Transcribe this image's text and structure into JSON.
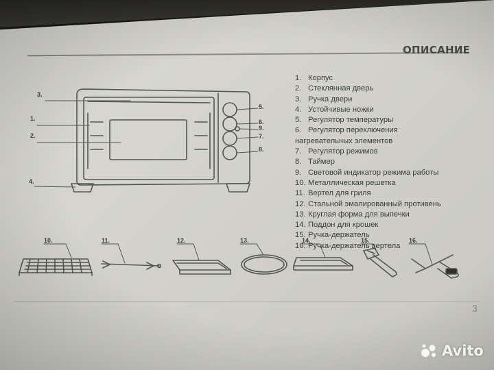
{
  "header": {
    "title": "ОПИСАНИЕ",
    "page_number": "3"
  },
  "parts_list": [
    {
      "num": "1.",
      "text": "Корпус"
    },
    {
      "num": "2.",
      "text": "Стеклянная дверь"
    },
    {
      "num": "3.",
      "text": "Ручка двери"
    },
    {
      "num": "4.",
      "text": "Устойчивые ножки"
    },
    {
      "num": "5.",
      "text": "Регулятор  температуры"
    },
    {
      "num": "6.",
      "text": "Регулятор переключения",
      "cont": "нагревательных элементов"
    },
    {
      "num": "7.",
      "text": "Регулятор режимов"
    },
    {
      "num": "8.",
      "text": "Таймер"
    },
    {
      "num": "9.",
      "text": "Световой индикатор режима работы"
    },
    {
      "num": "10.",
      "text": "Металлическая решетка"
    },
    {
      "num": "11.",
      "text": "Вертел для гриля"
    },
    {
      "num": "12.",
      "text": "Стальной эмалированный противень"
    },
    {
      "num": "13.",
      "text": "Круглая форма для выпечки"
    },
    {
      "num": "14.",
      "text": "Поддон для крошек"
    },
    {
      "num": "15.",
      "text": "Ручка-держатель"
    },
    {
      "num": "16.",
      "text": "Ручка-держатель вертела"
    }
  ],
  "oven_callouts": {
    "c1": "1.",
    "c2": "2.",
    "c3": "3.",
    "c4": "4.",
    "c5": "5.",
    "c6": "6.",
    "c7": "7.",
    "c8": "8.",
    "c9": "9."
  },
  "accessory_callouts": {
    "a10": "10.",
    "a11": "11.",
    "a12": "12.",
    "a13": "13.",
    "a14": "14.",
    "a15": "15.",
    "a16": "16."
  },
  "watermark": {
    "text": "Avito"
  },
  "colors": {
    "paper": "#d6d5cf",
    "ink": "#3d3d3b",
    "line": "#555553"
  }
}
